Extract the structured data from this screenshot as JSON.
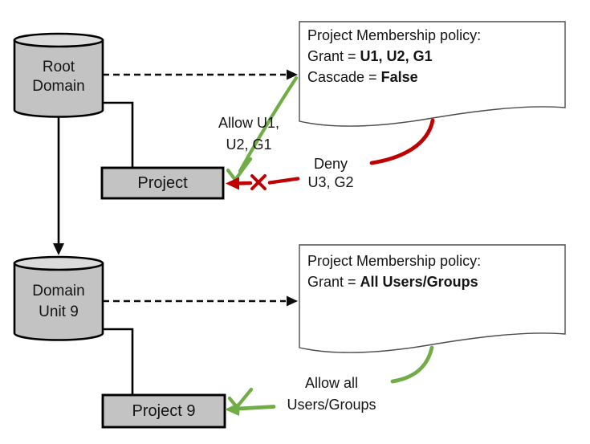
{
  "diagram": {
    "nodes": {
      "root_domain": {
        "line1": "Root",
        "line2": "Domain"
      },
      "domain_unit9": {
        "line1": "Domain",
        "line2": "Unit 9"
      },
      "project": {
        "label": "Project"
      },
      "project9": {
        "label": "Project 9"
      }
    },
    "policy_root": {
      "title": "Project Membership policy:",
      "grant_label": "Grant =",
      "grant_value": "U1, U2, G1",
      "cascade_label": "Cascade =",
      "cascade_value": "False"
    },
    "policy_unit9": {
      "title": "Project Membership policy:",
      "grant_label": "Grant =",
      "grant_value": "All Users/Groups"
    },
    "annotations": {
      "allow_top": {
        "line1": "Allow U1,",
        "line2": "U2, G1"
      },
      "deny": {
        "line1": "Deny",
        "line2": "U3, G2"
      },
      "allow_bottom": {
        "line1": "Allow all",
        "line2": "Users/Groups"
      }
    },
    "icons": {
      "checkmark": "✓",
      "cross": "✗"
    },
    "colors": {
      "allow_green": "#70AD47",
      "deny_red": "#C00000",
      "node_fill": "#C3C3C3",
      "node_top_fill": "#DBDBDB"
    }
  }
}
